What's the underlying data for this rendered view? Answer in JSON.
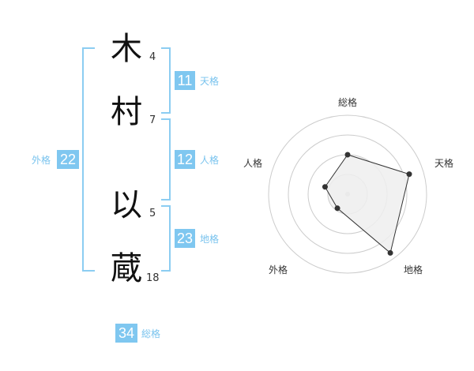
{
  "name": {
    "chars": [
      {
        "char": "木",
        "strokes": "4"
      },
      {
        "char": "村",
        "strokes": "7"
      },
      {
        "char": "以",
        "strokes": "5"
      },
      {
        "char": "蔵",
        "strokes": "18"
      }
    ]
  },
  "fortune": {
    "tenkaku": {
      "value": "11",
      "label": "天格"
    },
    "jinkaku": {
      "value": "12",
      "label": "人格"
    },
    "chikaku": {
      "value": "23",
      "label": "地格"
    },
    "gaikaku": {
      "value": "22",
      "label": "外格"
    },
    "soukaku": {
      "value": "34",
      "label": "総格"
    }
  },
  "radar": {
    "axes": [
      "総格",
      "天格",
      "地格",
      "外格",
      "人格"
    ],
    "values": [
      0.5,
      0.82,
      0.92,
      0.22,
      0.3
    ],
    "rings": 4,
    "point_color": "#333333",
    "fill_color": "#efefef",
    "ring_color": "#cccccc"
  },
  "colors": {
    "accent": "#7fc7f0",
    "bracket": "#8ccdf2"
  }
}
